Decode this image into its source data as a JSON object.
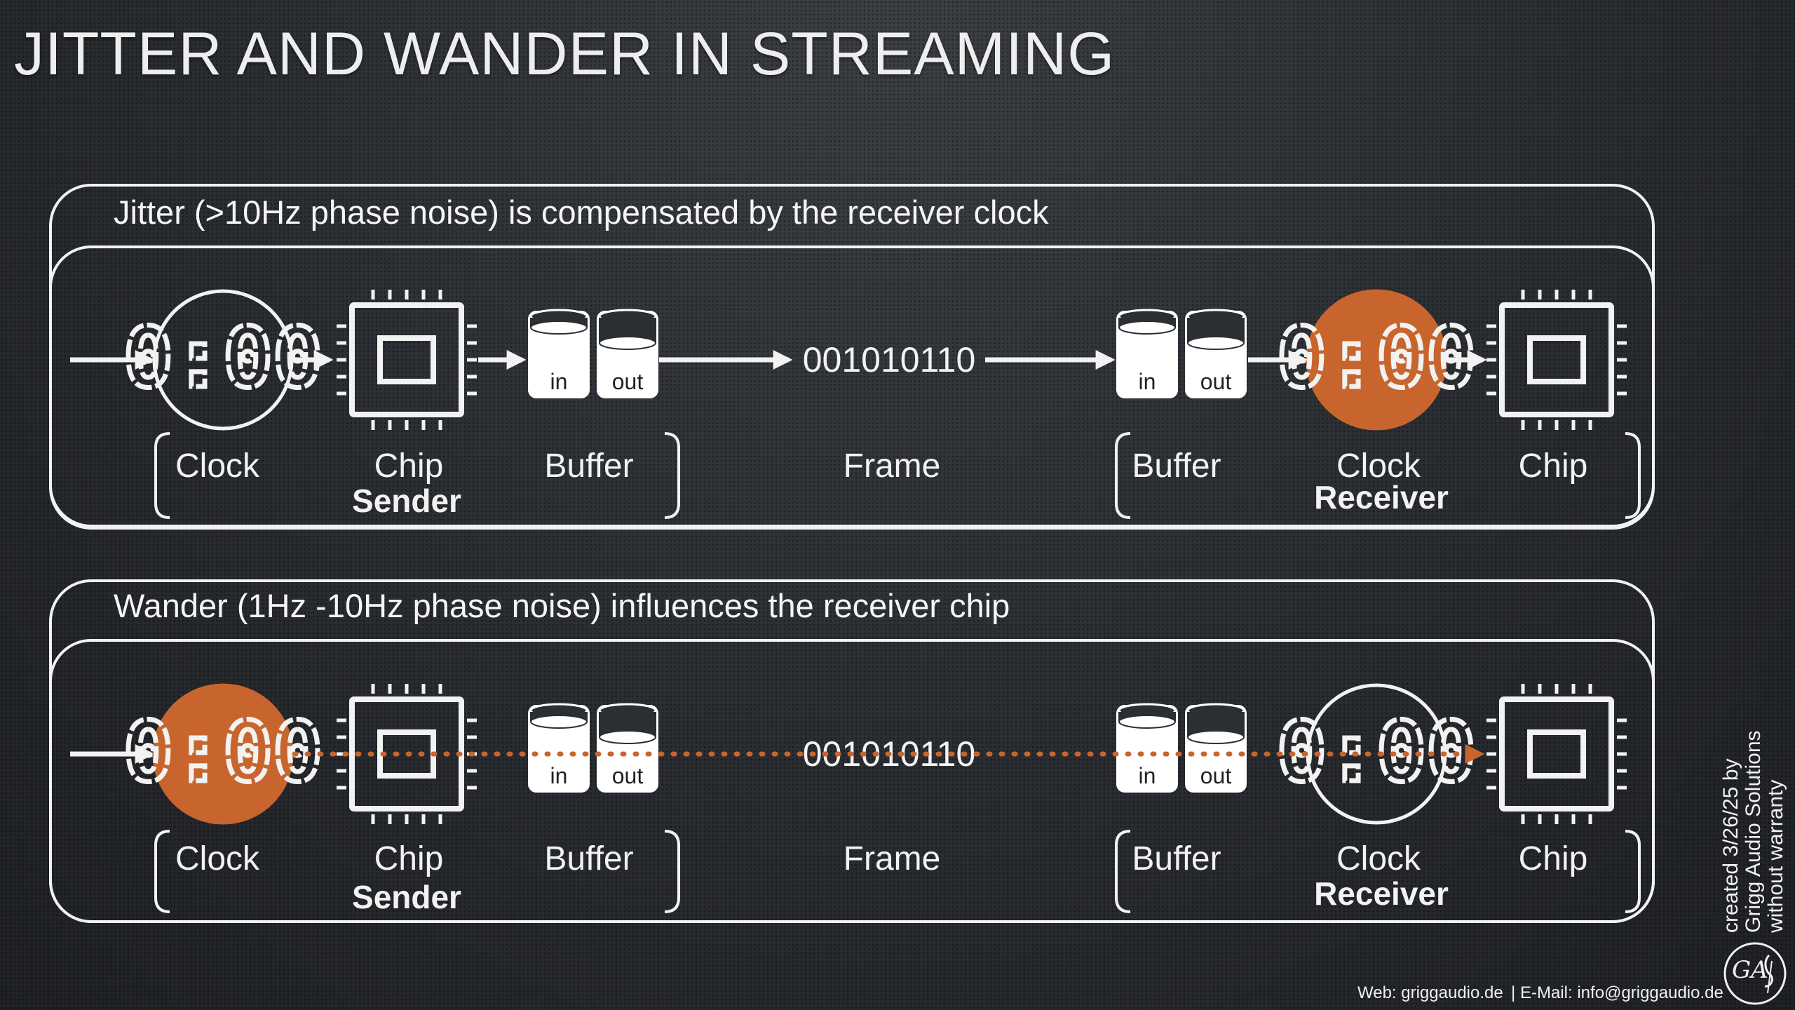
{
  "title": "JITTER AND WANDER IN STREAMING",
  "panels": [
    {
      "heading": "Jitter (>10Hz phase noise) is compensated by the receiver clock",
      "clock_display": "0:00",
      "sender": {
        "clock": "Clock",
        "chip": "Chip",
        "buffer": "Buffer",
        "group": "Sender",
        "buffer_in": "in",
        "buffer_out": "out"
      },
      "frame": {
        "bits": "001010110",
        "label": "Frame"
      },
      "receiver": {
        "buffer": "Buffer",
        "clock": "Clock",
        "chip": "Chip",
        "group": "Receiver",
        "buffer_in": "in",
        "buffer_out": "out"
      },
      "highlighted_clock": "receiver",
      "link_style": "solid"
    },
    {
      "heading": "Wander (1Hz -10Hz phase noise) influences the receiver chip",
      "clock_display": "0:00",
      "sender": {
        "clock": "Clock",
        "chip": "Chip",
        "buffer": "Buffer",
        "group": "Sender",
        "buffer_in": "in",
        "buffer_out": "out"
      },
      "frame": {
        "bits": "001010110",
        "label": "Frame"
      },
      "receiver": {
        "buffer": "Buffer",
        "clock": "Clock",
        "chip": "Chip",
        "group": "Receiver",
        "buffer_in": "in",
        "buffer_out": "out"
      },
      "highlighted_clock": "sender",
      "link_style": "dotted"
    }
  ],
  "footer": {
    "web": "Web: griggaudio.de",
    "separator": "|",
    "email": "E-Mail: info@griggaudio.de"
  },
  "credit_lines": [
    "created 3/26/25 by",
    "Grigg Audio Solutions",
    "without warranty"
  ],
  "logo_letters": "GA",
  "colors": {
    "accent": "#c8652e",
    "line": "#f2f2f2",
    "background": "#2b2e32"
  }
}
